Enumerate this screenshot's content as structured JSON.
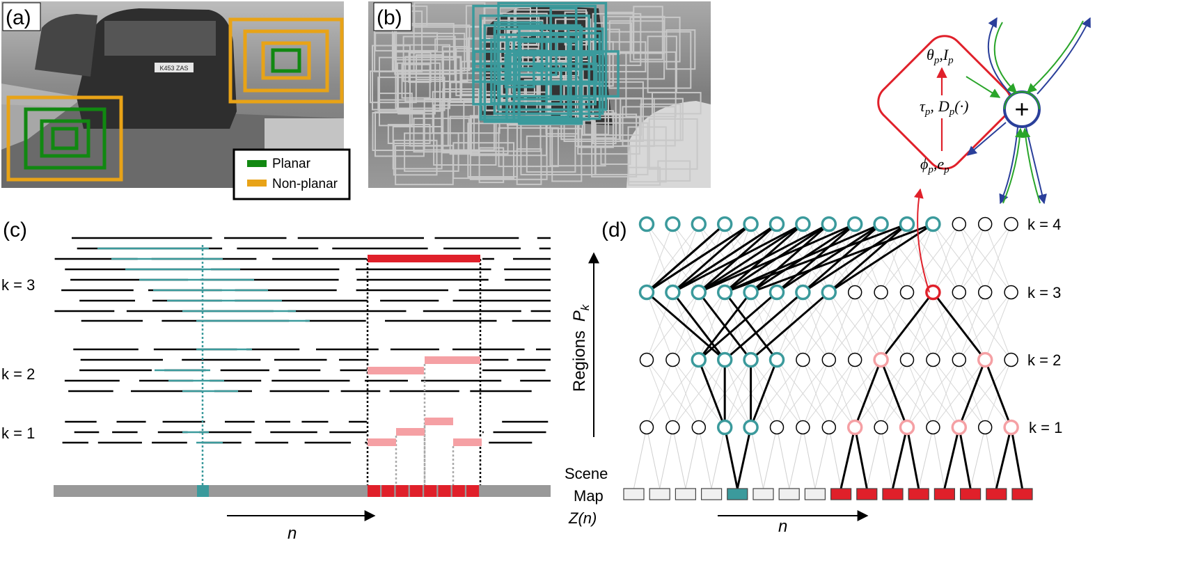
{
  "panel_a": {
    "label": "(a)",
    "legend": [
      {
        "name": "Planar",
        "color": "#118811"
      },
      {
        "name": "Non-planar",
        "color": "#e8a317"
      }
    ],
    "plate_text": "K453 ZAS"
  },
  "panel_b": {
    "label": "(b)"
  },
  "panel_c": {
    "label": "(c)",
    "levels": [
      "k = 3",
      "k = 2",
      "k = 1"
    ],
    "x_axis": "n"
  },
  "panel_d": {
    "label": "(d)",
    "levels": [
      "k = 4",
      "k = 3",
      "k = 2",
      "k = 1"
    ],
    "y_axis_text": "Regions",
    "y_axis_symbol": "P",
    "y_axis_subscript": "k",
    "scene_map_lines": [
      "Scene",
      "Map",
      "Z(n)"
    ],
    "x_axis": "n",
    "scene_map_cells": [
      "empty",
      "empty",
      "empty",
      "empty",
      "teal",
      "empty",
      "empty",
      "empty",
      "red",
      "red",
      "red",
      "red",
      "red",
      "red",
      "red",
      "red"
    ]
  },
  "node_detail": {
    "theta": "θ",
    "theta_sub": "p",
    "comma1": ",",
    "i_text": "I",
    "i_sub": "p",
    "tau": "τ",
    "tau_sub": "p",
    "comma2": ",",
    "d_text": "D",
    "d_sub": "p",
    "d_args": "(·)",
    "phi": "ϕ",
    "phi_sub": "p",
    "comma3": ",",
    "e_text": "e",
    "e_sub": "p",
    "plus": "+"
  },
  "colors": {
    "teal": "#3b9a9c",
    "red": "#e0202a",
    "pink": "#f5a0a4",
    "green": "#118811",
    "orange": "#e8a317",
    "gray_bar": "#999999",
    "blue": "#2a3f9a",
    "arrow_green": "#2aa52a"
  }
}
